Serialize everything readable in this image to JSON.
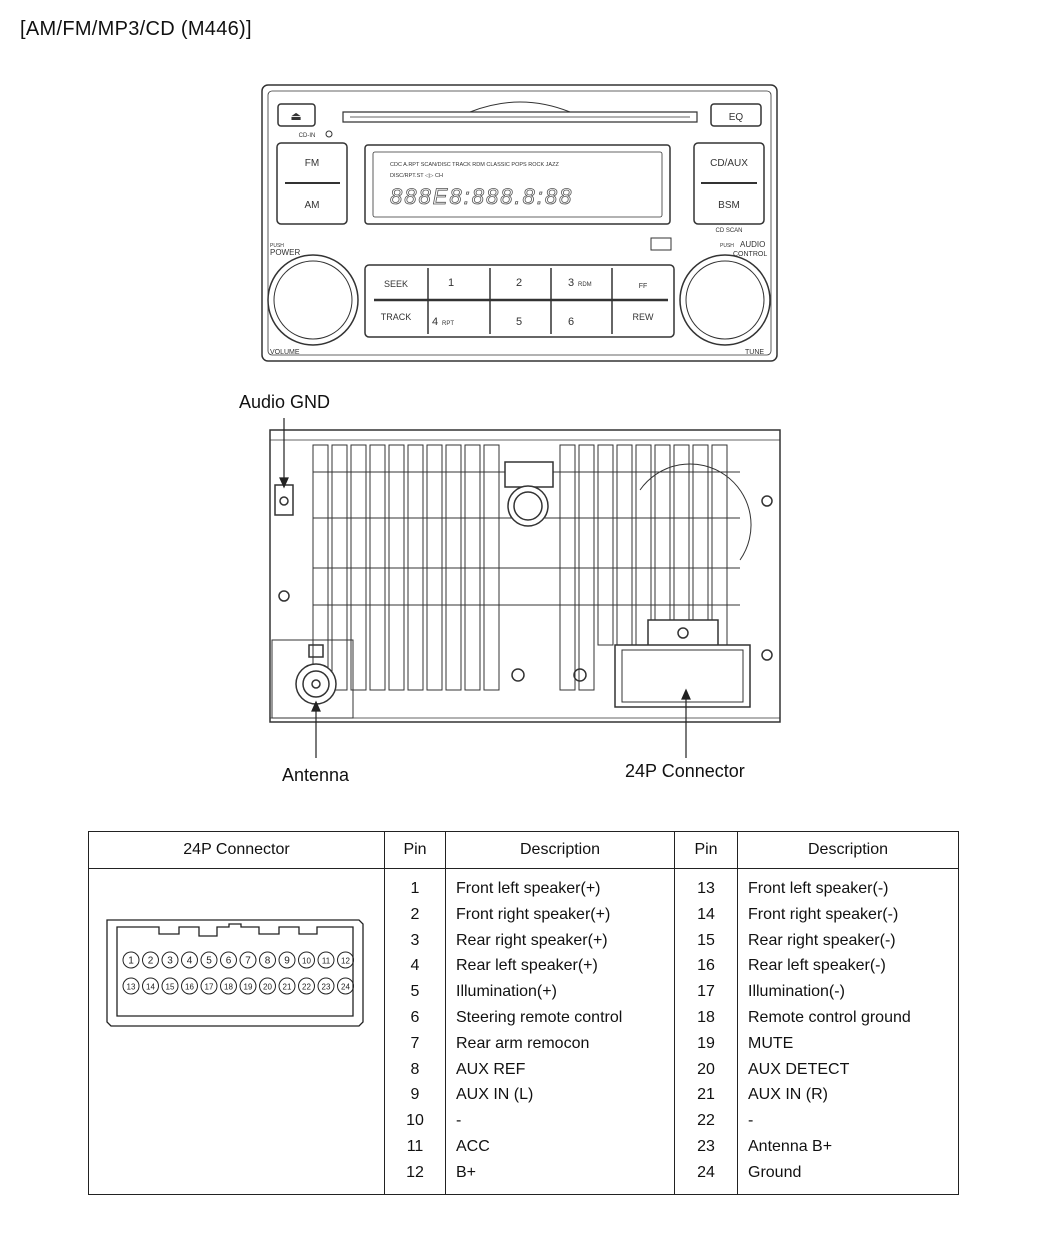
{
  "title": "[AM/FM/MP3/CD (M446)]",
  "head_unit": {
    "eject_label": "⏏",
    "cd_in_label": "CD-IN",
    "eq_label": "EQ",
    "fm_label": "FM",
    "am_label": "AM",
    "cd_aux_label": "CD/AUX",
    "bsm_label": "BSM",
    "cd_scan_label": "CD SCAN",
    "push_power_small": "PUSH",
    "push_power_label": "POWER",
    "volume_label": "VOLUME",
    "push_audio_small": "PUSH",
    "audio_control_label": "AUDIO",
    "control_label": "CONTROL",
    "tune_label": "TUNE",
    "display_top": "CDC A.RPT SCAN/DISC  TRACK RDM CLASSIC POPS ROCK JAZZ",
    "display_sub": "DISC/RPT.ST  ◁▷  CH",
    "display_digits": "888E8:888.8:88",
    "seek_label": "SEEK",
    "track_label": "TRACK",
    "preset_1": "1",
    "preset_2": "2",
    "preset_3": "3",
    "preset_3_sub": "RDM",
    "preset_4": "4",
    "preset_4_sub": "RPT",
    "preset_5": "5",
    "preset_6": "6",
    "ff_label": "FF",
    "rew_label": "REW"
  },
  "rear_labels": {
    "audio_gnd": "Audio GND",
    "antenna": "Antenna",
    "connector": "24P Connector"
  },
  "table": {
    "headers": [
      "24P Connector",
      "Pin",
      "Description",
      "Pin",
      "Description"
    ],
    "left_pins": [
      "1",
      "2",
      "3",
      "4",
      "5",
      "6",
      "7",
      "8",
      "9",
      "10",
      "11",
      "12"
    ],
    "left_desc": [
      "Front left speaker(+)",
      "Front right speaker(+)",
      "Rear right speaker(+)",
      "Rear left speaker(+)",
      "Illumination(+)",
      "Steering remote control",
      "Rear arm remocon",
      "AUX REF",
      "AUX IN (L)",
      "-",
      "ACC",
      "B+"
    ],
    "right_pins": [
      "13",
      "14",
      "15",
      "16",
      "17",
      "18",
      "19",
      "20",
      "21",
      "22",
      "23",
      "24"
    ],
    "right_desc": [
      "Front left speaker(-)",
      "Front right speaker(-)",
      "Rear right speaker(-)",
      "Rear left speaker(-)",
      "Illumination(-)",
      "Remote control ground",
      "MUTE",
      "AUX DETECT",
      "AUX IN (R)",
      "-",
      "Antenna B+",
      "Ground"
    ],
    "connector_row1": [
      "1",
      "2",
      "3",
      "4",
      "5",
      "6",
      "7",
      "8",
      "9",
      "10",
      "11",
      "12"
    ],
    "connector_row2": [
      "13",
      "14",
      "15",
      "16",
      "17",
      "18",
      "19",
      "20",
      "21",
      "22",
      "23",
      "24"
    ]
  }
}
